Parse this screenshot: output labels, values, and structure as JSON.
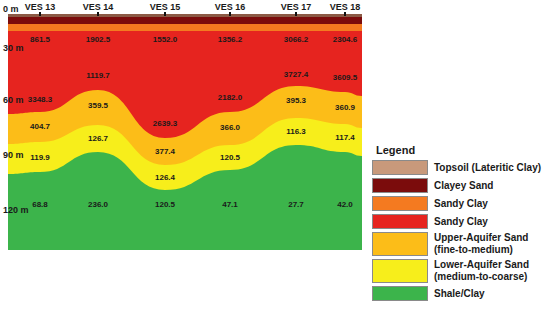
{
  "diagram": {
    "labels": [
      "VES 13",
      "VES 14",
      "VES 15",
      "VES 16",
      "VES 17",
      "VES 18",
      "0 m",
      "30 m",
      "60 m",
      "90 m",
      "120 m",
      "861.5",
      "1902.5",
      "1552.0",
      "1356.2",
      "3066.2",
      "2304.6",
      "3348.3",
      "1119.7",
      "2639.3",
      "2182.0",
      "3727.4",
      "3609.5",
      "404.7",
      "359.5",
      "377.4",
      "366.0",
      "395.3",
      "360.9",
      "119.9",
      "126.7",
      "126.4",
      "120.5",
      "116.3",
      "117.4",
      "68.8",
      "236.0",
      "120.5",
      "47.1",
      "27.7",
      "42.0",
      "Legend"
    ],
    "legend": [
      {
        "text": "Topsoil (Lateritic Clay)",
        "color": "#c8997b"
      },
      {
        "text": "Clayey Sand",
        "color": "#7b0c0c"
      },
      {
        "text": "Sandy Clay",
        "color": "#f47a20"
      },
      {
        "text": "Sandy Clay",
        "color": "#e6241f"
      },
      {
        "text": "Upper-Aquifer Sand (fine-to-medium)",
        "color": "#fcbd18"
      },
      {
        "text": "Lower-Aquifer Sand (medium-to-coarse)",
        "color": "#f7ee1b"
      },
      {
        "text": "Shale/Clay",
        "color": "#3cb44b"
      }
    ]
  }
}
